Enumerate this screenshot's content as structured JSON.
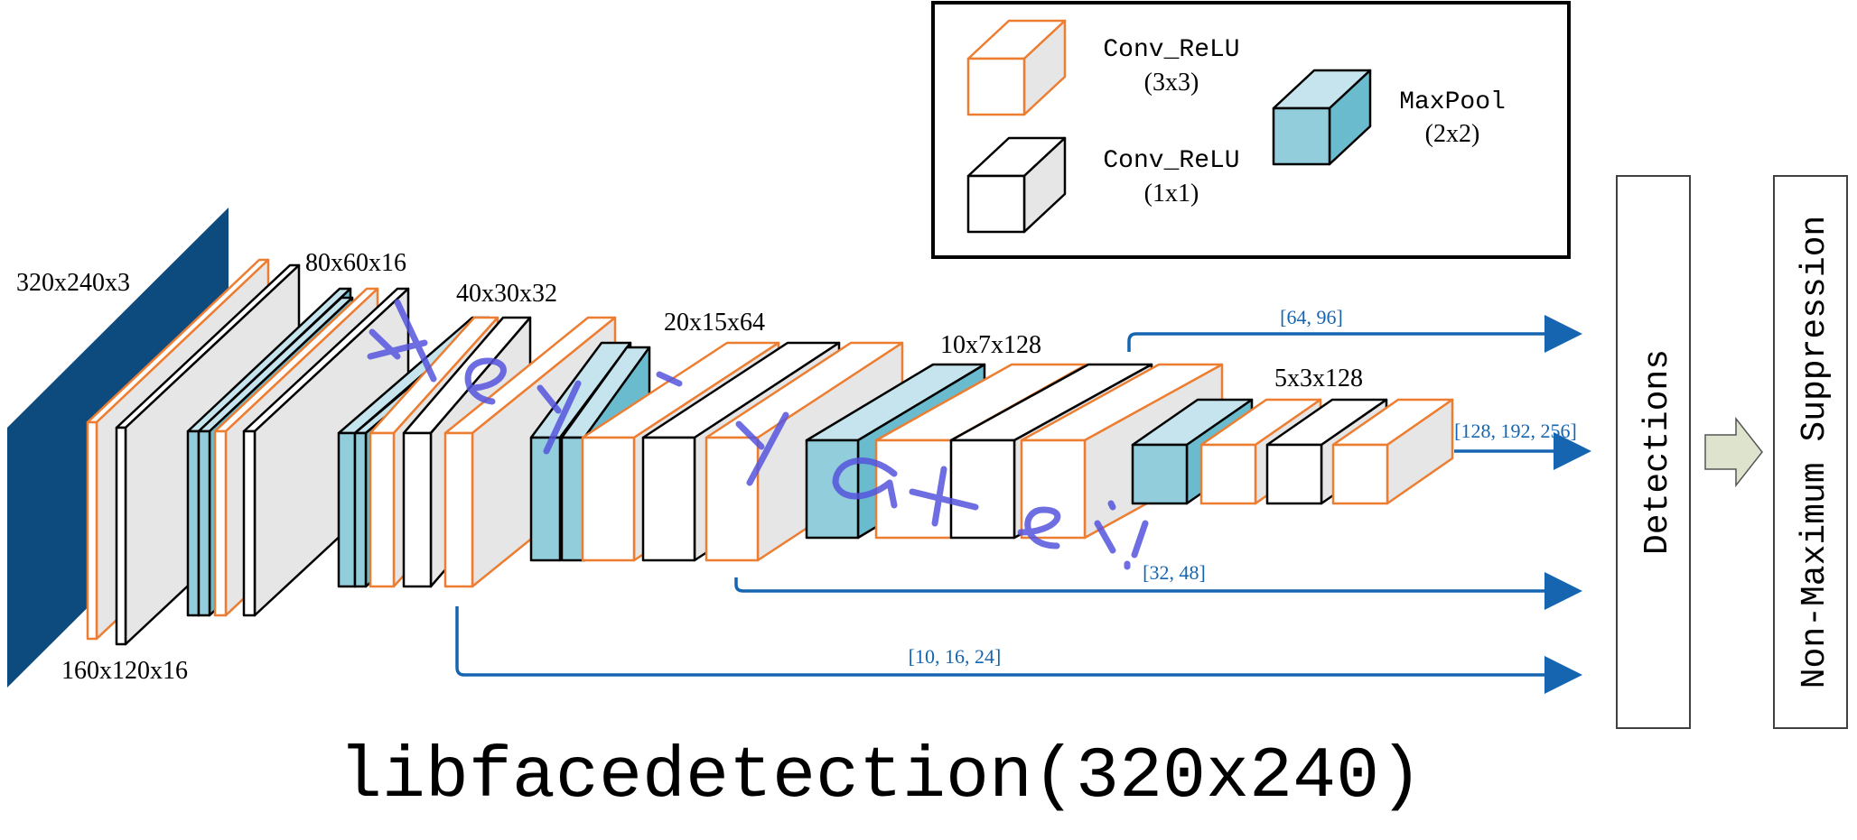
{
  "colors": {
    "input_block": "#0d4a7d",
    "conv3x3_edge": "#ed7d31",
    "conv1x1_edge": "#000000",
    "maxpool_front": "#92cddc",
    "maxpool_top": "#c5e4ee",
    "maxpool_side": "#6bbbcf",
    "side_grey": "#e6e6e6",
    "arrow_blue": "#1565b0",
    "watermark_purple": "#5555dd",
    "text_dark": "#000000"
  },
  "legend": {
    "items": [
      {
        "label": "Conv_ReLU",
        "kernel": "(3x3)",
        "icon": "orange-outlined-cube"
      },
      {
        "label": "Conv_ReLU",
        "kernel": "(1x1)",
        "icon": "black-outlined-cube"
      },
      {
        "label": "MaxPool",
        "kernel": "(2x2)",
        "icon": "blue-filled-cube"
      }
    ]
  },
  "tensor_labels": {
    "input": "320x240x3",
    "stage1": "160x120x16",
    "stage2": "80x60x16",
    "stage3": "40x30x32",
    "stage4": "20x15x64",
    "stage5": "10x7x128",
    "stage6": "5x3x128"
  },
  "branches": [
    {
      "anchors": "[64, 96]"
    },
    {
      "anchors": "[128, 192, 256]"
    },
    {
      "anchors": "[32, 48]"
    },
    {
      "anchors": "[10, 16, 24]"
    }
  ],
  "detections_label": "Detections",
  "nms_label": "Non-Maximum Suppression",
  "title": "libfacedetection(320x240)",
  "watermark": "Hey, Yahei!"
}
